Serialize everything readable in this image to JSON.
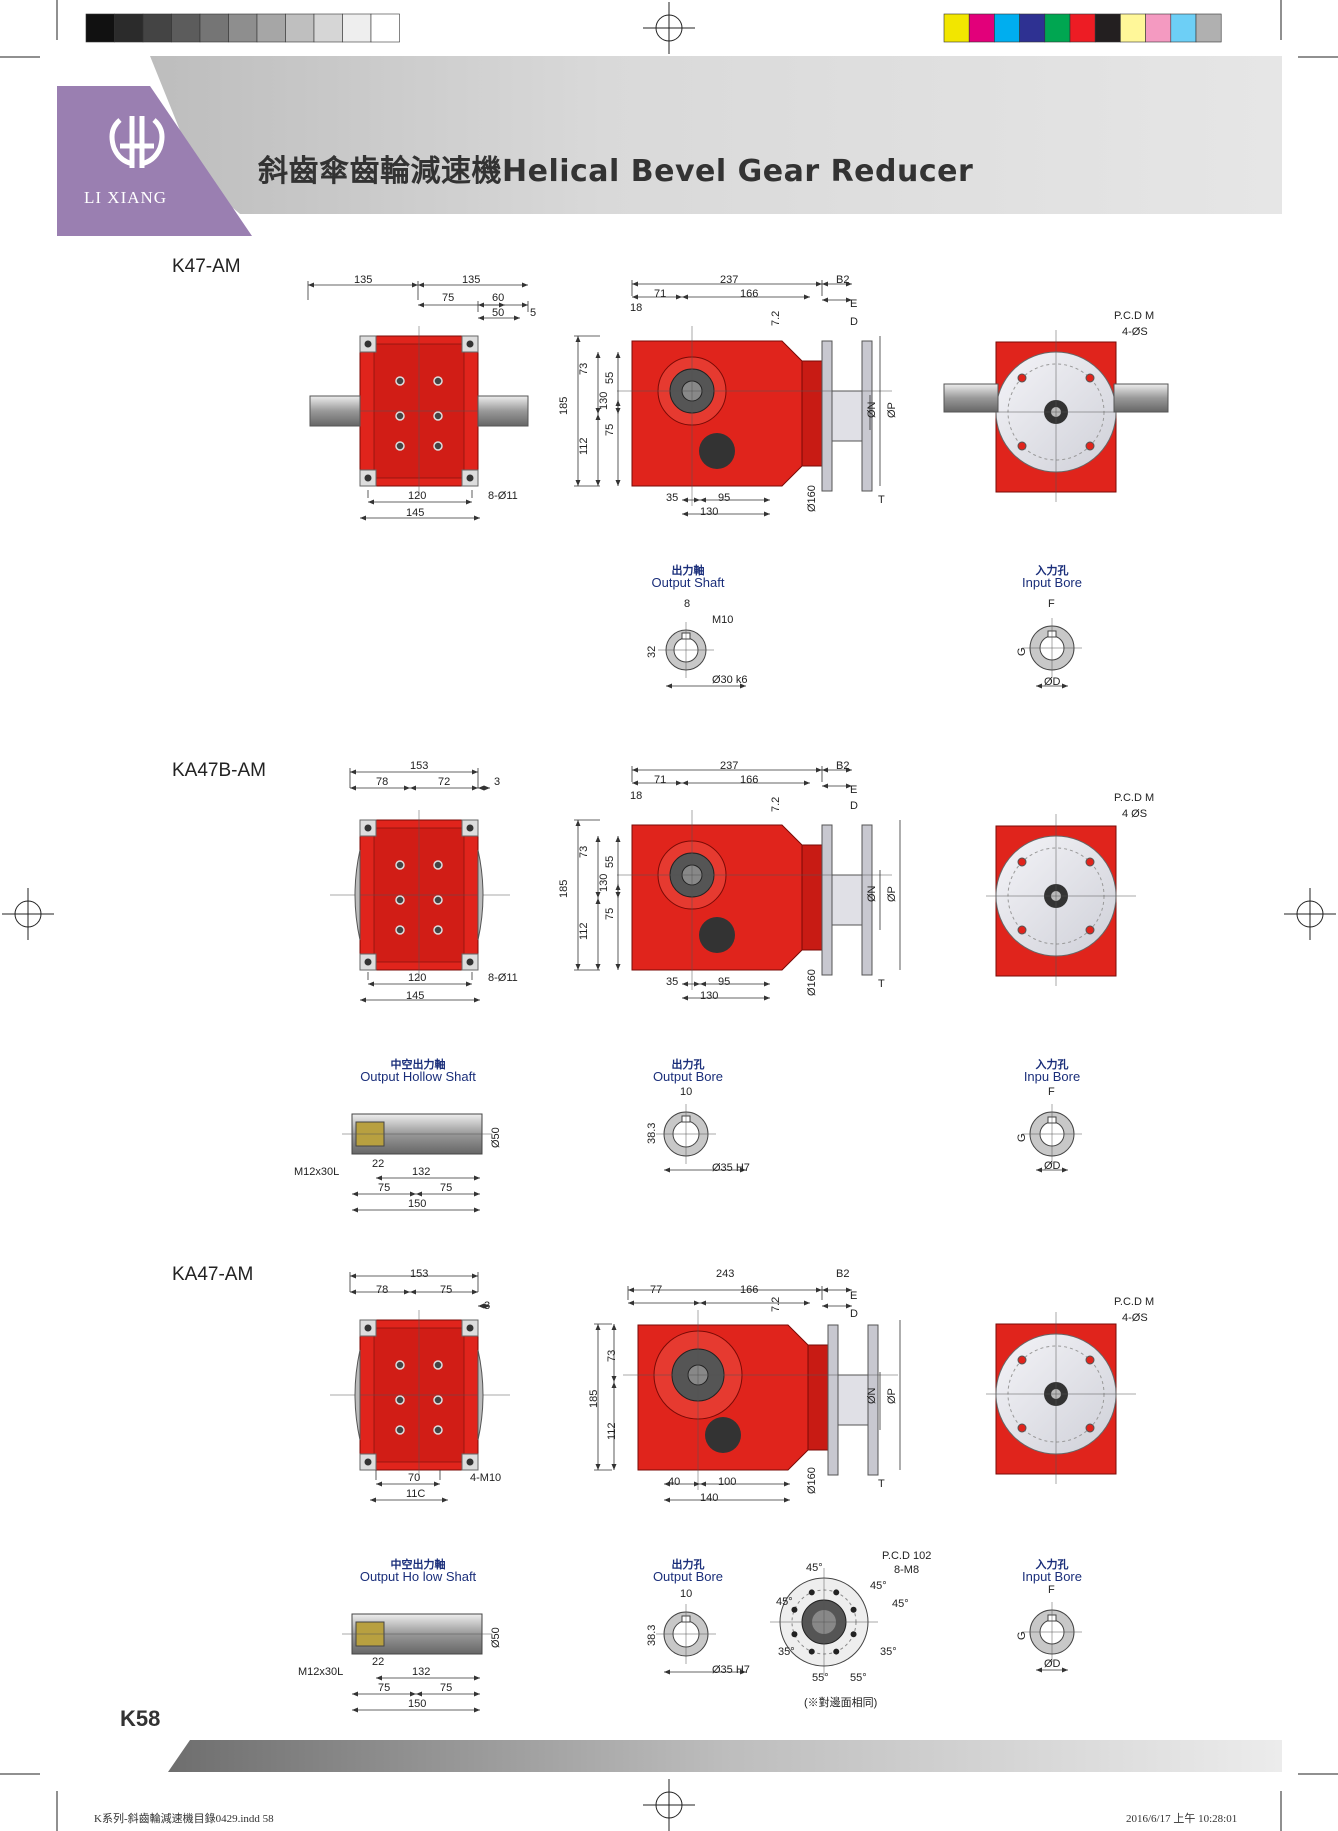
{
  "header": {
    "brand": "LI XIANG",
    "title_zh": "斜齒傘齒輪減速機",
    "title_en": "Helical Bevel Gear Reducer"
  },
  "colors": {
    "logo_bg": "#9a7fb1",
    "header_band": "#d9d9d9",
    "gear_red": "#e0241c",
    "caption_blue": "#1a2e7a",
    "calibration_gray": [
      "#111111",
      "#2b2b2b",
      "#444444",
      "#5c5c5c",
      "#757575",
      "#8e8e8e",
      "#a6a6a6",
      "#bfbfbf",
      "#d6d6d6",
      "#eeeeee",
      "#ffffff"
    ],
    "calibration_color": [
      "#f2e600",
      "#e2007a",
      "#00aeef",
      "#2e3192",
      "#00a651",
      "#ed1c24",
      "#231f20",
      "#fff799",
      "#f49ac1",
      "#6dcff6",
      "#b0b0b0"
    ]
  },
  "sections": [
    {
      "model": "K47-AM",
      "front": {
        "top1": "135",
        "top2": "135",
        "d75": "75",
        "d60": "60",
        "d50": "50",
        "d5": "5",
        "bottom1": "120",
        "bottom2": "145",
        "holes": "8-Ø11"
      },
      "side": {
        "total": "237",
        "b2": "B2",
        "d71": "71",
        "d166": "166",
        "d18": "18",
        "d72": "7.2",
        "h185": "185",
        "h73": "73",
        "h55": "55",
        "h130": "130",
        "h112": "112",
        "h75": "75",
        "b35": "35",
        "b95": "95",
        "b130": "130",
        "dia160": "Ø160",
        "E": "E",
        "D": "D",
        "N": "ØN",
        "P": "ØP",
        "T": "T"
      },
      "end": {
        "pcd": "P.C.D M",
        "holes": "4-ØS"
      },
      "detail1": {
        "zh": "出力軸",
        "en": "Output Shaft",
        "k8": "8",
        "thread": "M10",
        "h32": "32",
        "dia": "Ø30 k6"
      },
      "detail2": {
        "zh": "入力孔",
        "en": "Input Bore",
        "F": "F",
        "G": "G",
        "D": "ØD"
      }
    },
    {
      "model": "KA47B-AM",
      "front": {
        "top1": "153",
        "d78": "78",
        "d72": "72",
        "d3": "3",
        "bottom1": "120",
        "bottom2": "145",
        "holes": "8-Ø11"
      },
      "side": {
        "total": "237",
        "b2": "B2",
        "d71": "71",
        "d166": "166",
        "d18": "18",
        "d72": "7.2",
        "h185": "185",
        "h73": "73",
        "h55": "55",
        "h130": "130",
        "h112": "112",
        "h75": "75",
        "b35": "35",
        "b95": "95",
        "b130": "130",
        "dia160": "Ø160",
        "E": "E",
        "D": "D",
        "N": "ØN",
        "P": "ØP",
        "T": "T"
      },
      "end": {
        "pcd": "P.C.D M",
        "holes": "4 ØS"
      },
      "detail1": {
        "zh": "中空出力軸",
        "en": "Output Hollow Shaft",
        "bolt": "M12x30L",
        "d22": "22",
        "d132": "132",
        "d75a": "75",
        "d75b": "75",
        "d150": "150",
        "dia": "Ø50"
      },
      "detail2": {
        "zh": "出力孔",
        "en": "Output Bore",
        "k10": "10",
        "h383": "38.3",
        "dia": "Ø35 H7"
      },
      "detail3": {
        "zh": "入力孔",
        "en": "Inpu  Bore",
        "F": "F",
        "G": "G",
        "D": "ØD"
      }
    },
    {
      "model": "KA47-AM",
      "front": {
        "top1": "153",
        "d78": "78",
        "d75": "75",
        "d3": "3",
        "bottom1": "70",
        "bottom2": "11C",
        "holes": "4-M10"
      },
      "side": {
        "total": "243",
        "b2": "B2",
        "d77": "77",
        "d166": "166",
        "d72": "7.2",
        "h185": "185",
        "h73": "73",
        "h112": "112",
        "b40": "40",
        "b100": "100",
        "b140": "140",
        "dia160": "Ø160",
        "E": "E",
        "D": "D",
        "N": "ØN",
        "P": "ØP",
        "T": "T"
      },
      "end": {
        "pcd": "P.C.D M",
        "holes": "4-ØS"
      },
      "detail1": {
        "zh": "中空出力軸",
        "en": "Output Ho low Shaft",
        "bolt": "M12x30L",
        "d22": "22",
        "d132": "132",
        "d75a": "75",
        "d75b": "75",
        "d150": "150",
        "dia": "Ø50"
      },
      "detail2": {
        "zh": "出力孔",
        "en": "Output Bore",
        "k10": "10",
        "h383": "38.3",
        "dia": "Ø35 H7"
      },
      "flange": {
        "pcd": "P.C.D 102",
        "holes": "8-M8",
        "a45a": "45°",
        "a45b": "45°",
        "a45c": "45°",
        "a45d": "45°",
        "a35a": "35°",
        "a35b": "35°",
        "a55a": "55°",
        "a55b": "55°",
        "note": "(※對邊面相同)"
      },
      "detail3": {
        "zh": "入力孔",
        "en": "Input Bore",
        "F": "F",
        "G": "G",
        "D": "ØD"
      }
    }
  ],
  "footer": {
    "page_number": "K58",
    "file_info": "K系列-斜齒輪減速機目錄0429.indd   58",
    "timestamp": "2016/6/17   上午 10:28:01"
  }
}
